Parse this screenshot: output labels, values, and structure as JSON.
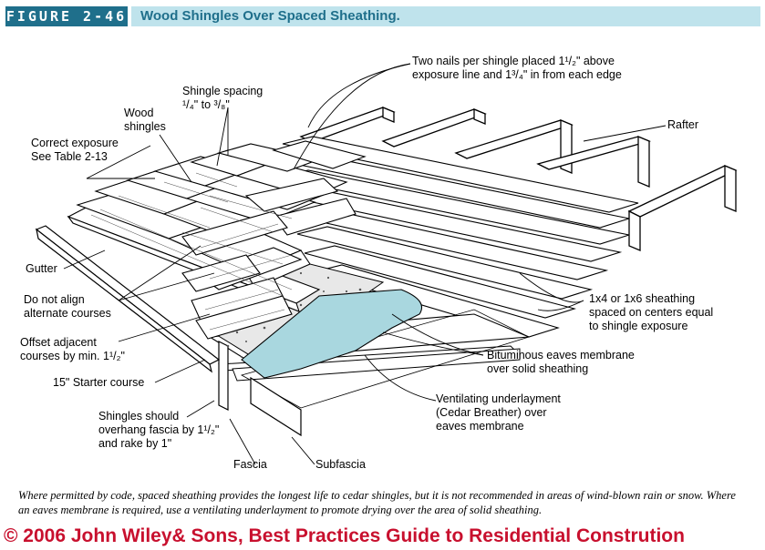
{
  "header": {
    "figure_label": "FIGURE 2-46",
    "title": "Wood Shingles Over Spaced Sheathing."
  },
  "labels": {
    "two_nails_l1": "Two nails per shingle placed 1¹/₂\" above",
    "two_nails_l2": "exposure line and 1³/₄\" in from each edge",
    "shingle_spacing_l1": "Shingle spacing",
    "shingle_spacing_l2": "¹/₄\" to ³/₈\"",
    "wood_shingles_l1": "Wood",
    "wood_shingles_l2": "shingles",
    "rafter": "Rafter",
    "correct_exposure_l1": "Correct exposure",
    "correct_exposure_l2": "See Table 2-13",
    "gutter": "Gutter",
    "do_not_align_l1": "Do not align",
    "do_not_align_l2": "alternate courses",
    "offset_l1": "Offset adjacent",
    "offset_l2": "courses by min. 1¹/₂\"",
    "starter": "15\" Starter course",
    "overhang_l1": "Shingles should",
    "overhang_l2": "overhang fascia by 1¹/₂\"",
    "overhang_l3": "and rake by 1\"",
    "fascia": "Fascia",
    "subfascia": "Subfascia",
    "sheathing_l1": "1x4 or 1x6 sheathing",
    "sheathing_l2": "spaced on centers equal",
    "sheathing_l3": "to shingle exposure",
    "bituminous_l1": "Bituminous eaves membrane",
    "bituminous_l2": "over solid sheathing",
    "ventilating_l1": "Ventilating underlayment",
    "ventilating_l2": "(Cedar Breather) over",
    "ventilating_l3": "eaves membrane"
  },
  "caption": "Where permitted by code, spaced sheathing provides the longest life to cedar shingles, but it is not recommended in areas of wind-blown rain or snow. Where an eaves membrane is required, use a ventilating underlayment to promote drying over the area of solid sheathing.",
  "copyright": "© 2006 John Wiley& Sons, Best Practices Guide to Residential Constrution",
  "colors": {
    "header_dark": "#1f6f8b",
    "header_light": "#bfe3ec",
    "membrane": "#a9d7df",
    "copyright": "#c8102e"
  }
}
